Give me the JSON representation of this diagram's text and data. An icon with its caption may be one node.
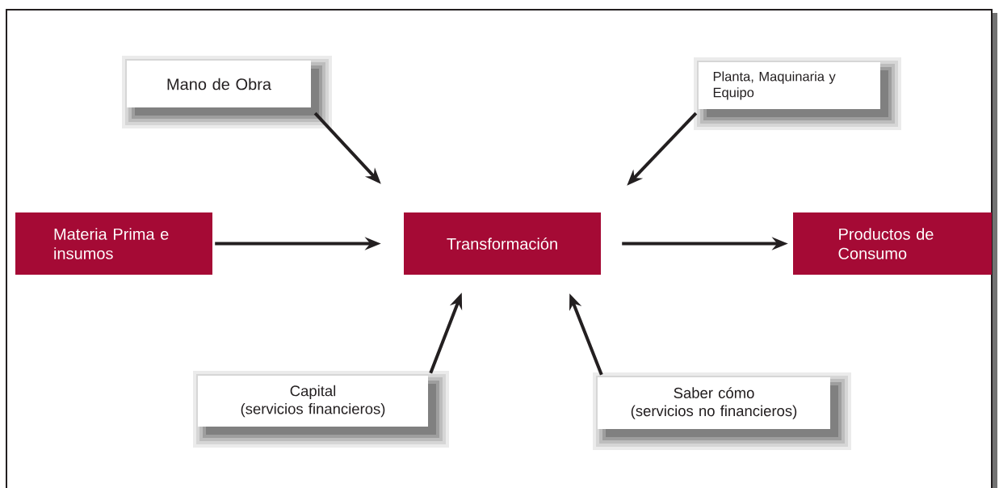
{
  "diagram": {
    "nodes": [
      {
        "text": [
          "Mano de Obra"
        ]
      },
      {
        "text": [
          "Planta, Maquinaria y Equipo"
        ]
      },
      {
        "text": [
          "Materia Prima e insumos"
        ]
      },
      {
        "text": [
          "Transformación"
        ]
      },
      {
        "text": [
          "Productos de Consumo"
        ]
      },
      {
        "text": [
          "Capital",
          "(servicios financieros)"
        ]
      },
      {
        "text": [
          "Saber cómo",
          "(servicios no financieros)"
        ]
      }
    ],
    "edges": [
      {
        "from": 0,
        "to": 3,
        "arrow": "to"
      },
      {
        "from": 1,
        "to": 3,
        "arrow": "to"
      },
      {
        "from": 2,
        "to": 3,
        "arrow": "to"
      },
      {
        "from": 3,
        "to": 4,
        "arrow": "to"
      },
      {
        "from": 5,
        "to": 3,
        "arrow": "to"
      },
      {
        "from": 6,
        "to": 3,
        "arrow": "to"
      }
    ]
  }
}
